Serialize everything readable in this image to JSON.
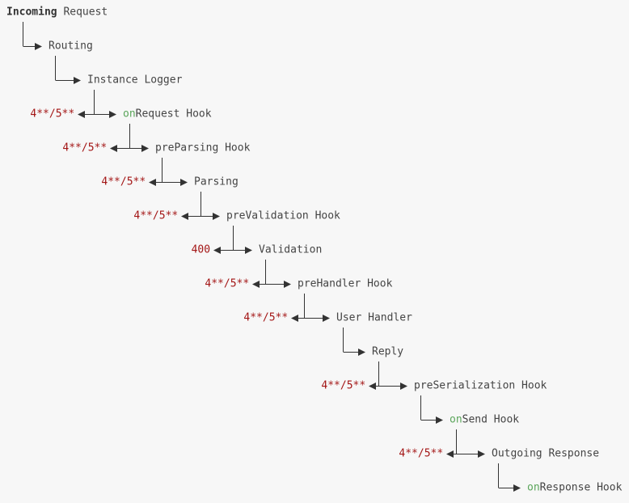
{
  "title": {
    "bold": "Incoming",
    "rest": " Request"
  },
  "colors": {
    "text": "#444444",
    "status_code": "#a31515",
    "hook_prefix": "#5aa55a",
    "background": "#f7f7f7",
    "line": "#333333"
  },
  "steps": [
    {
      "prefix": "",
      "label": "Routing",
      "error": ""
    },
    {
      "prefix": "",
      "label": "Instance Logger",
      "error": ""
    },
    {
      "prefix": "on",
      "label": "Request Hook",
      "error": "4**/5**"
    },
    {
      "prefix": "",
      "label": "preParsing Hook",
      "error": "4**/5**"
    },
    {
      "prefix": "",
      "label": "Parsing",
      "error": "4**/5**"
    },
    {
      "prefix": "",
      "label": "preValidation Hook",
      "error": "4**/5**"
    },
    {
      "prefix": "",
      "label": "Validation",
      "error": "400"
    },
    {
      "prefix": "",
      "label": "preHandler Hook",
      "error": "4**/5**"
    },
    {
      "prefix": "",
      "label": "User Handler",
      "error": "4**/5**"
    },
    {
      "prefix": "",
      "label": "Reply",
      "error": ""
    },
    {
      "prefix": "",
      "label": "preSerialization Hook",
      "error": "4**/5**"
    },
    {
      "prefix": "on",
      "label": "Send Hook",
      "error": ""
    },
    {
      "prefix": "",
      "label": "Outgoing Response",
      "error": "4**/5**"
    },
    {
      "prefix": "on",
      "label": "Response Hook",
      "error": ""
    }
  ]
}
